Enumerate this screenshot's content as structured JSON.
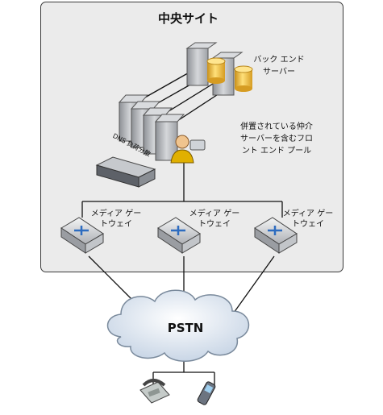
{
  "site": {
    "title": "中央サイト"
  },
  "backend": {
    "label": "バック エンド\nサーバー"
  },
  "frontend": {
    "label": "併置されている仲介\nサーバーを含むフロ\nント エンド プール"
  },
  "dns": {
    "label": "DNS 負荷分散"
  },
  "gateways": [
    {
      "label": "メディア ゲー\nトウェイ"
    },
    {
      "label": "メディア ゲー\nトウェイ"
    },
    {
      "label": "メディア ゲー\nトウェイ"
    }
  ],
  "pstn": {
    "label": "PSTN"
  },
  "colors": {
    "site_bg": "#ebebeb",
    "server_gray": "#b9bcc0",
    "db_gold": "#f2c12e",
    "cloud": "#e7eef6",
    "gateway_blue": "#2d6cc0"
  }
}
